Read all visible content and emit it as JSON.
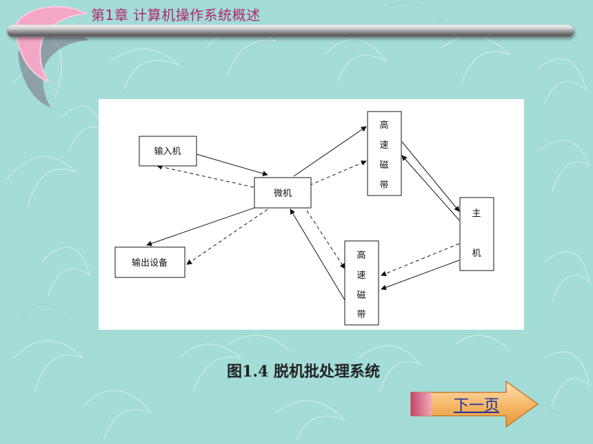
{
  "header": {
    "chapter_title": "第1章  计算机操作系统概述"
  },
  "diagram": {
    "nodes": {
      "input": "输入机",
      "micro": "微机",
      "output": "输出设备",
      "tape_top": [
        "高",
        "速",
        "磁",
        "带"
      ],
      "tape_bottom": [
        "高",
        "速",
        "磁",
        "带"
      ],
      "host": [
        "主",
        "机"
      ]
    }
  },
  "caption": "图1.4  脱机批处理系统",
  "navigation": {
    "next_label": "下一页"
  },
  "colors": {
    "background": "#a4dcd7",
    "accent": "#b0266a",
    "next_arrow": "#f7c27a"
  }
}
